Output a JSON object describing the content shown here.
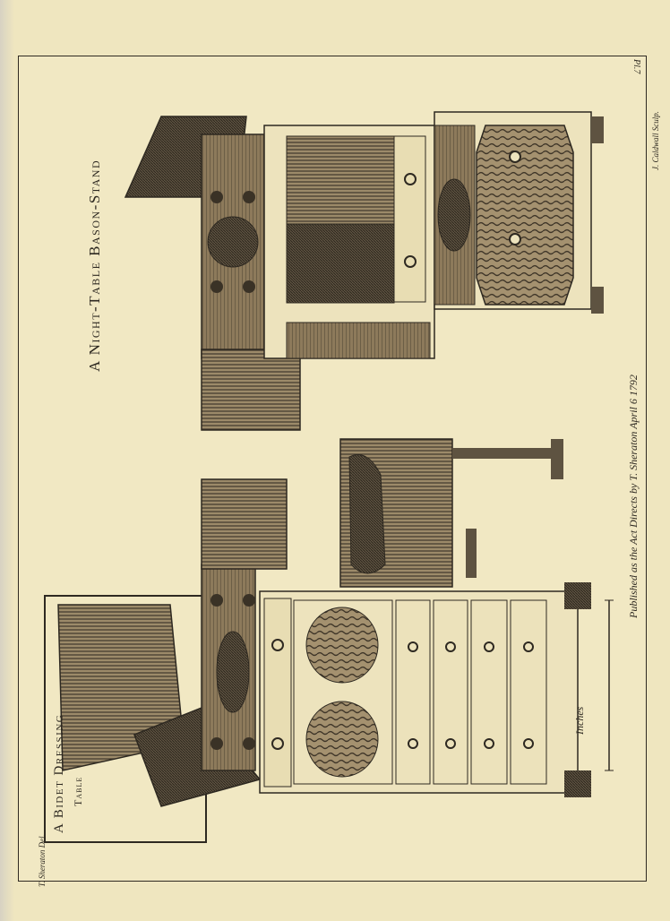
{
  "plate": {
    "plate_number": "Pl.7",
    "title_left_line1": "A Bidet Dressing",
    "title_left_line2": "Table",
    "title_right": "A Night-Table Bason-Stand",
    "published_line": "Published as the Act Directs by T. Sheraton April 6 1792",
    "scale_label": "Inches",
    "draftsman_credit": "T. Sheraton Del.",
    "engraver_credit": "J. Caldwall Sculp."
  },
  "colors": {
    "paper": "#efe6bf",
    "ink": "#2e2921",
    "wood_mid": "#8a7758",
    "wood_dark": "#3f372b",
    "wood_light": "#e9dfb8"
  }
}
